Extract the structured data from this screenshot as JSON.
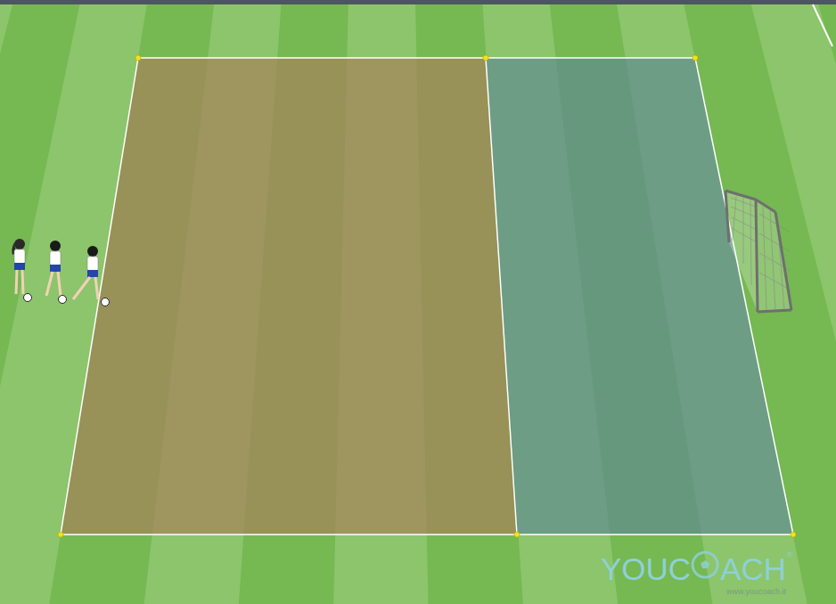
{
  "diagram": {
    "labels": [
      "YOUC",
      "ACH",
      "®",
      "www.youcoach.it"
    ]
  }
}
